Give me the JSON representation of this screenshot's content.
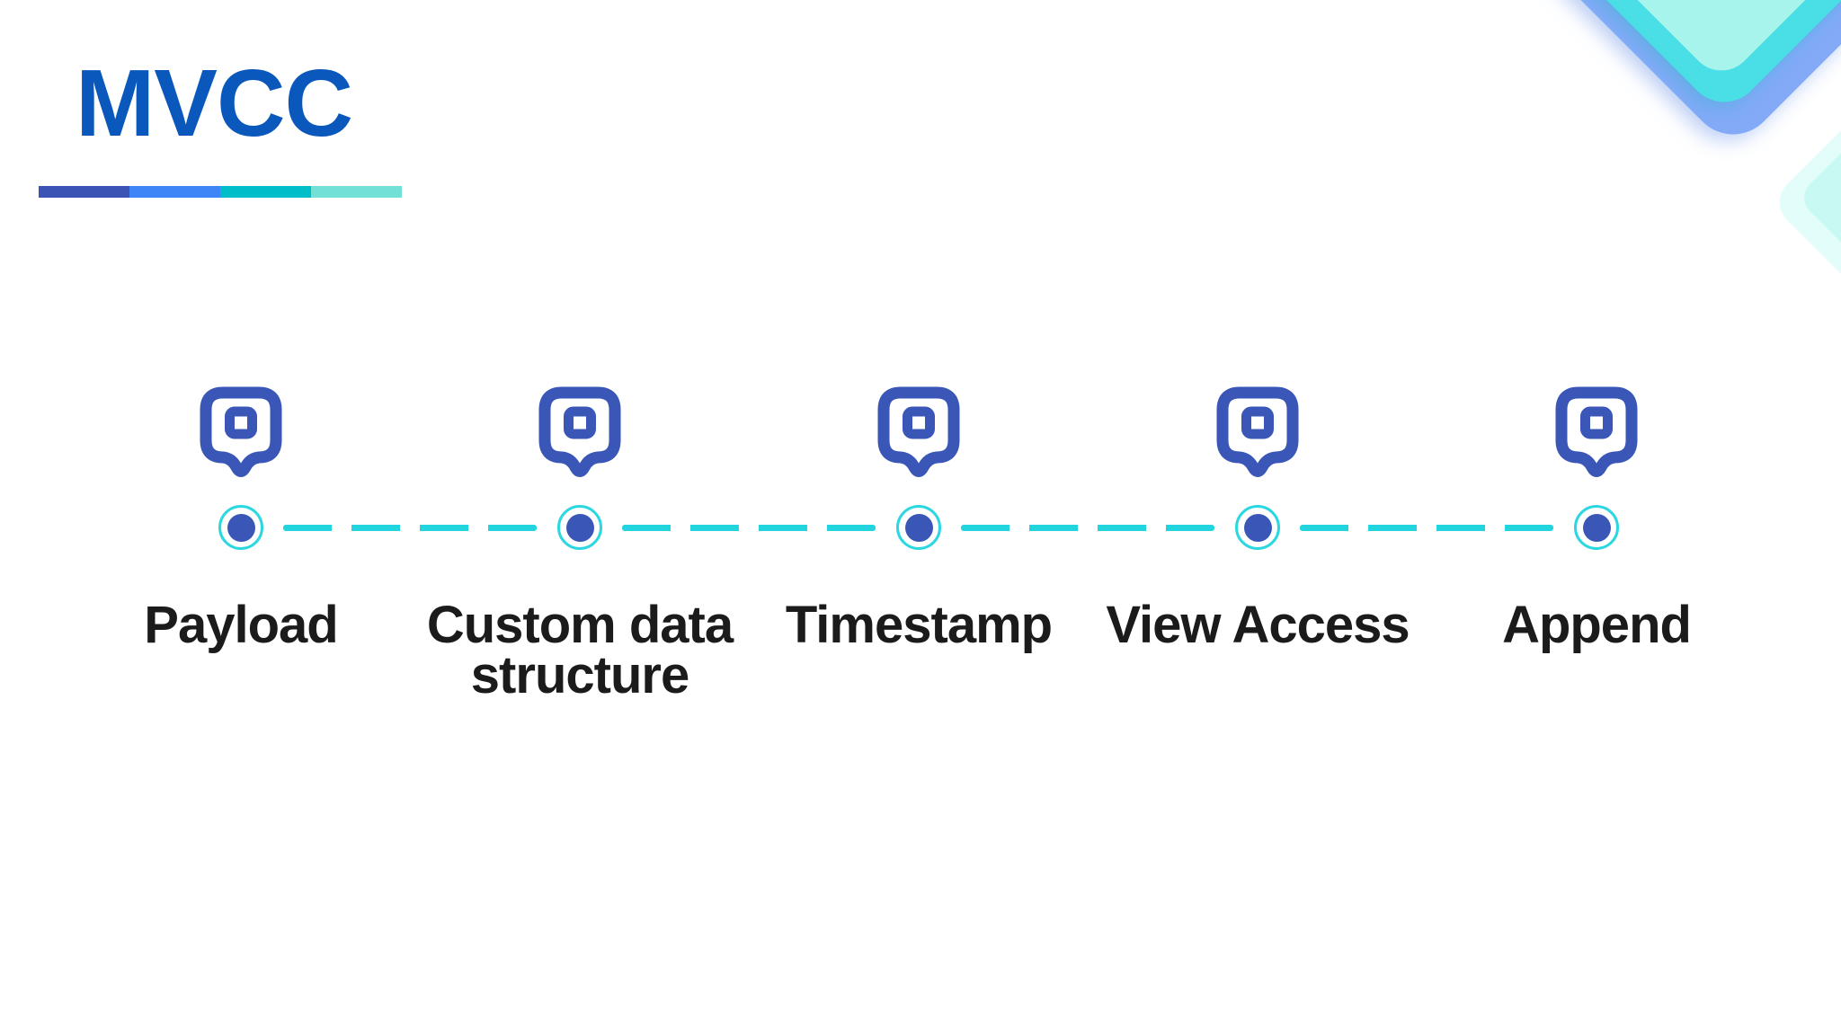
{
  "slide": {
    "title": "MVCC",
    "title_color": "#0A58BC",
    "background_color": "#FFFFFF"
  },
  "accent_bar": {
    "segments": [
      "#3A53B4",
      "#3E86F8",
      "#00BEC9",
      "#73E0D5"
    ]
  },
  "timeline": {
    "connector_color": "#22D4DE",
    "ring_color": "#2BD7E0",
    "marker_color": "#3A57B8",
    "label_color": "#1B1B1B",
    "items": [
      {
        "label": "Payload",
        "icon": "map-pin-icon"
      },
      {
        "label": "Custom data\nstructure",
        "icon": "map-pin-icon"
      },
      {
        "label": "Timestamp",
        "icon": "map-pin-icon"
      },
      {
        "label": "View Access",
        "icon": "map-pin-icon"
      },
      {
        "label": "Append",
        "icon": "map-pin-icon"
      }
    ]
  },
  "decorations": {
    "corner_diamond_colors": [
      "#82AAF7",
      "#4ADFE6",
      "#A6F4EC"
    ],
    "side_diamond_colors": [
      "#E3FDFA",
      "#C8F9F2"
    ]
  }
}
